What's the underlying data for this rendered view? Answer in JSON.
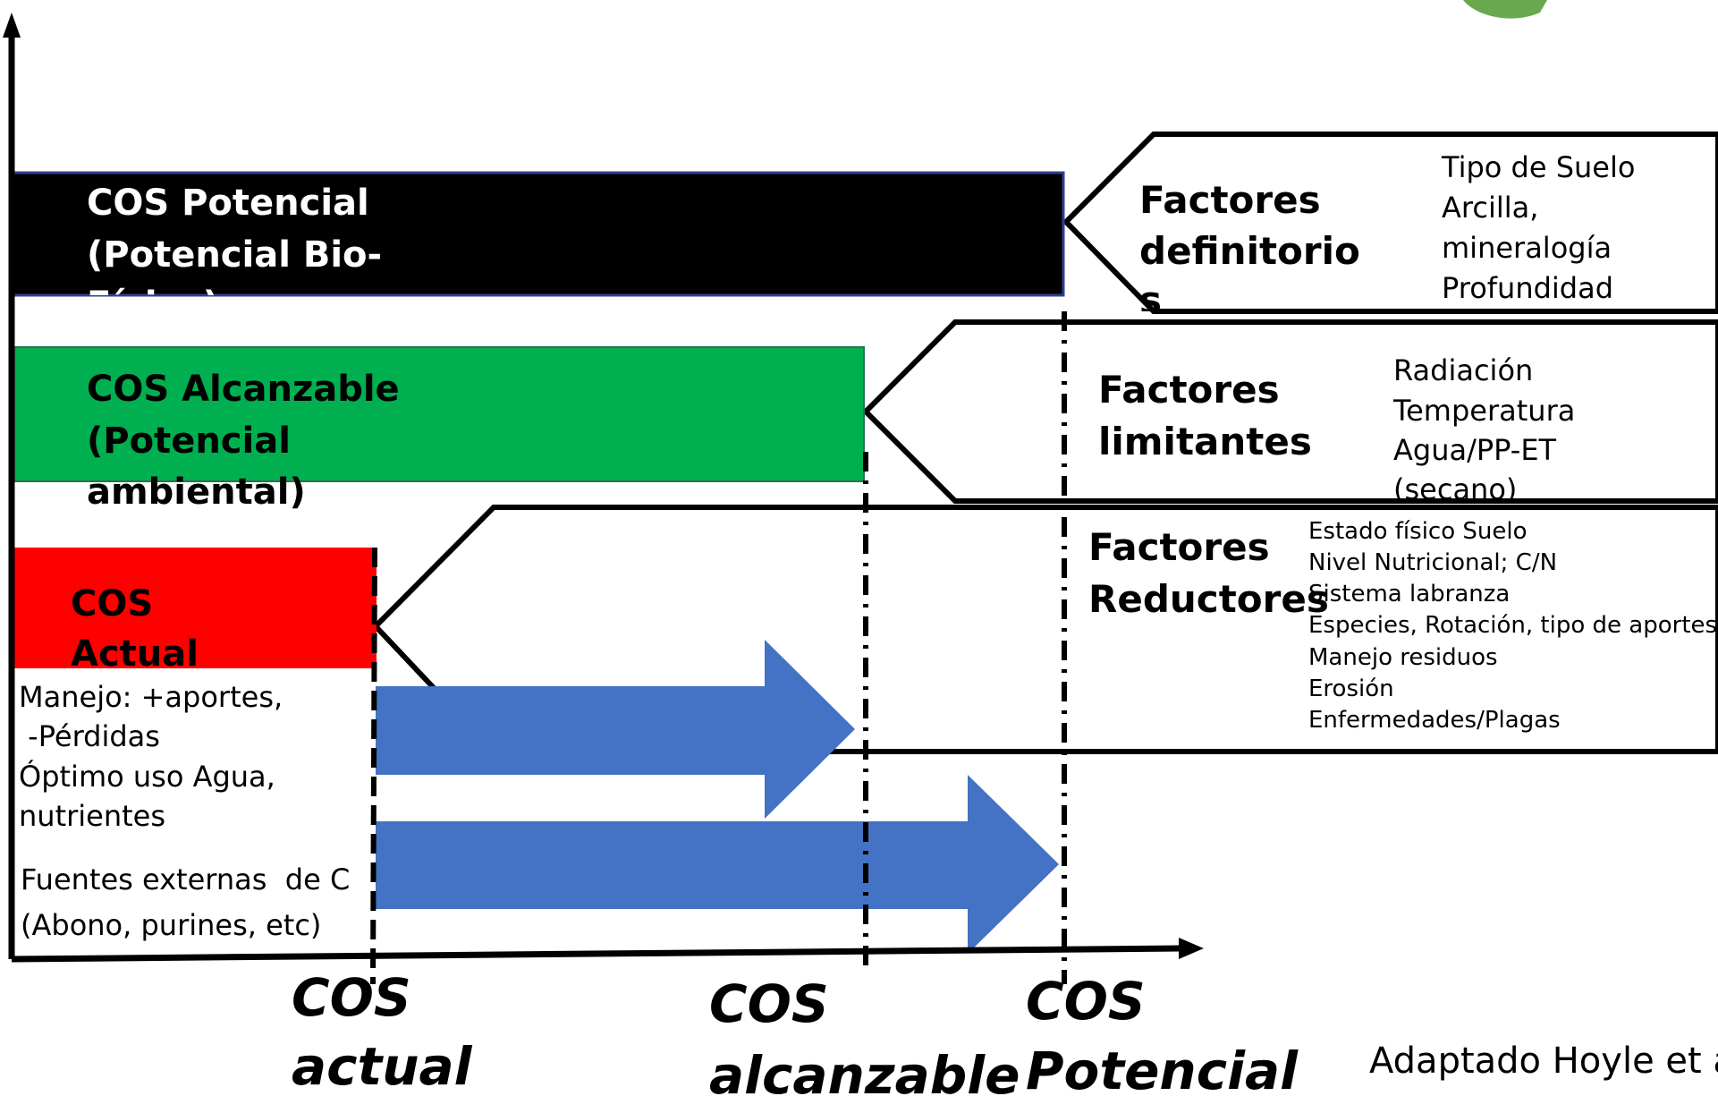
{
  "colors": {
    "potencial": "#000000",
    "potencial_border": "#2f3f8f",
    "alcanzable": "#00b050",
    "actual": "#ff0000",
    "arrow": "#4472c4",
    "logo": "#6aa84f"
  },
  "boxes": {
    "potencial": [
      "COS Potencial",
      "(Potencial Bio-",
      "Físico)"
    ],
    "alcanzable": [
      "COS Alcanzable",
      "(Potencial",
      "ambiental)"
    ],
    "actual": [
      "COS",
      "Actual"
    ]
  },
  "factors": {
    "definitorios": {
      "title": [
        "Factores",
        "definitorio",
        "s"
      ],
      "items": [
        "Tipo de Suelo",
        "Arcilla,",
        "mineralogía",
        "Profundidad"
      ]
    },
    "limitantes": {
      "title": [
        "Factores",
        "limitantes"
      ],
      "items": [
        "Radiación",
        "Temperatura",
        "Agua/PP-ET",
        "(secano)"
      ]
    },
    "reductores": {
      "title": [
        "Factores",
        "Reductores"
      ],
      "items": [
        "Estado físico Suelo",
        "Nivel Nutricional; C/N",
        "Sistema labranza",
        "Especies, Rotación, tipo de aportes",
        "Manejo residuos",
        "Erosión",
        "Enfermedades/Plagas"
      ]
    }
  },
  "management": [
    "Manejo: +aportes,",
    " -Pérdidas",
    "Óptimo uso Agua,",
    "nutrientes"
  ],
  "external": [
    "Fuentes externas  de C",
    "(Abono, purines, etc)"
  ],
  "axis_labels": {
    "actual": [
      "COS",
      "actual"
    ],
    "alcanzable": [
      "COS",
      "alcanzable"
    ],
    "potencial": [
      "COS",
      "Potencial"
    ]
  },
  "credit": "Adaptado Hoyle et a"
}
